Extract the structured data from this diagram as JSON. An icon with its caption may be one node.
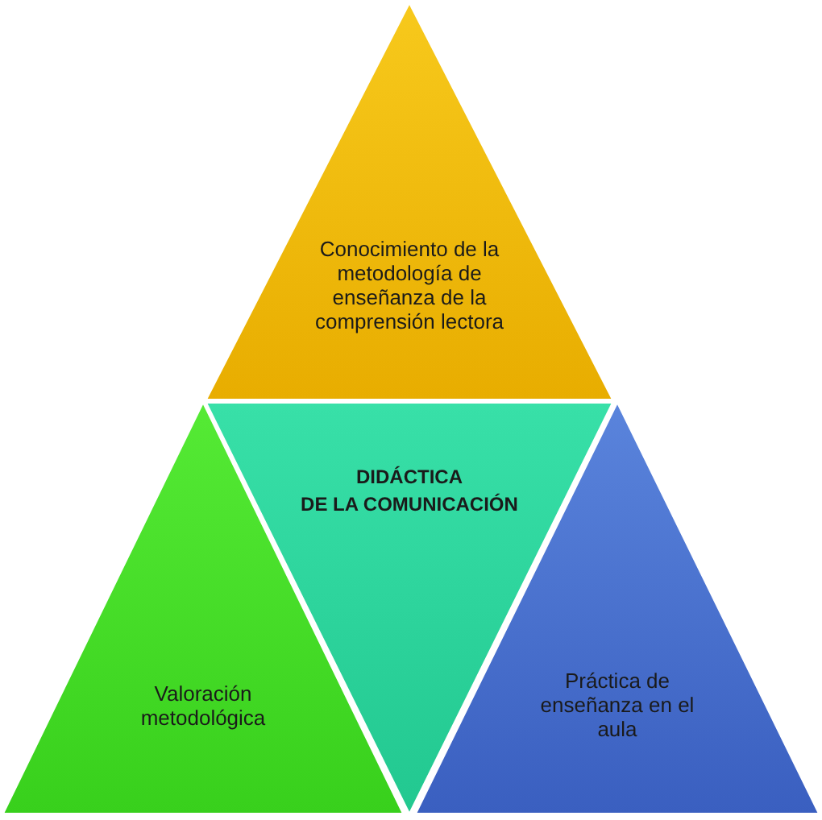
{
  "diagram": {
    "nodes": [
      {
        "text": [
          "Conocimiento de la metodología de enseñanza de la comprensión lectora"
        ]
      },
      {
        "text": [
          "Valoración metodológica"
        ]
      },
      {
        "text": [
          "DIDÁCTICA",
          "DE LA COMUNICACIÓN"
        ]
      },
      {
        "text": [
          "Práctica de enseñanza en el aula"
        ]
      }
    ]
  }
}
